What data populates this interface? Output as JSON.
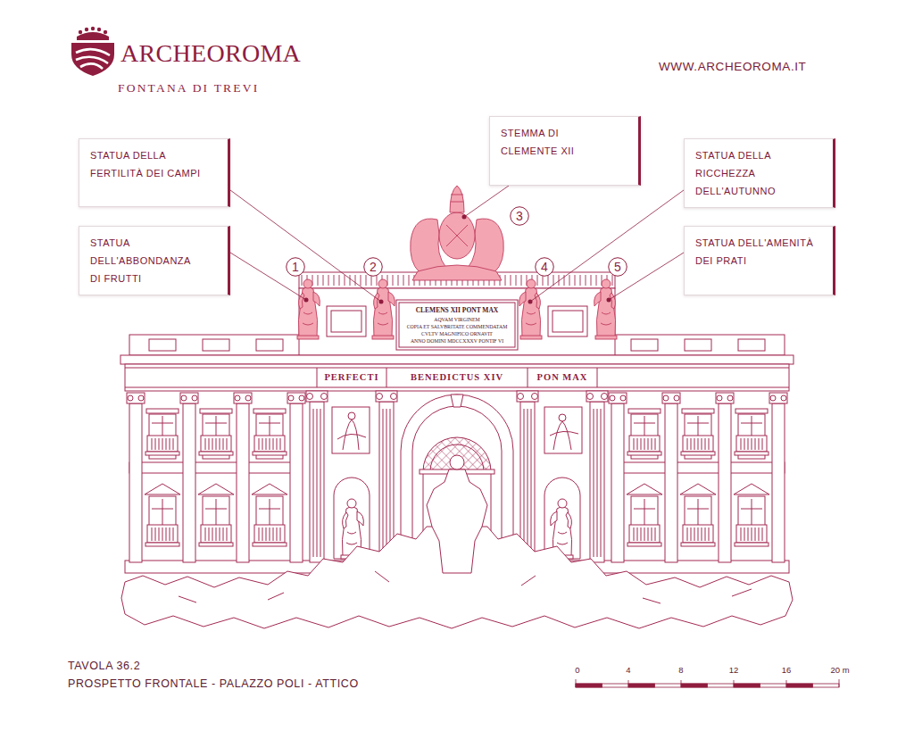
{
  "diagram": {
    "nodes": [
      {
        "text": [
          "STATUA DELLA FERTILITÀ DEI CAMPI"
        ]
      },
      {
        "text": [
          "STEMMA DI CLEMENTE XII"
        ]
      },
      {
        "text": [
          "STATUA DELLA RICCHEZZA DELL'AUTUNNO"
        ]
      },
      {
        "text": [
          "STATUA DELL'ABBONDANZA DI FRUTTI"
        ]
      },
      {
        "text": [
          "STATUA DELL'AMENITÀ DEI PRATI"
        ]
      },
      {
        "text": [
          "1"
        ]
      },
      {
        "text": [
          "2"
        ]
      },
      {
        "text": [
          "3"
        ]
      },
      {
        "text": [
          "4"
        ]
      },
      {
        "text": [
          "5"
        ]
      }
    ],
    "labels": [
      "ARCHEOROMA",
      "FONTANA DI TREVI",
      "WWW.ARCHEOROMA.IT",
      "CLEMENS XII PONT MAX",
      "AQVAM VIRGINEM",
      "COPIA ET SALVBRITATE COMMENDATAM",
      "CVLTV MAGNIFICO ORNAVIT",
      "ANNO DOMINI MDCCXXXV PONTIF VI",
      "PERFECTI",
      "BENEDICTUS XIV",
      "PON MAX",
      "TAVOLA 36.2",
      "PROSPETTO FRONTALE - PALAZZO POLI - ATTICO",
      "0",
      "4",
      "8",
      "12",
      "16",
      "20 m"
    ]
  }
}
